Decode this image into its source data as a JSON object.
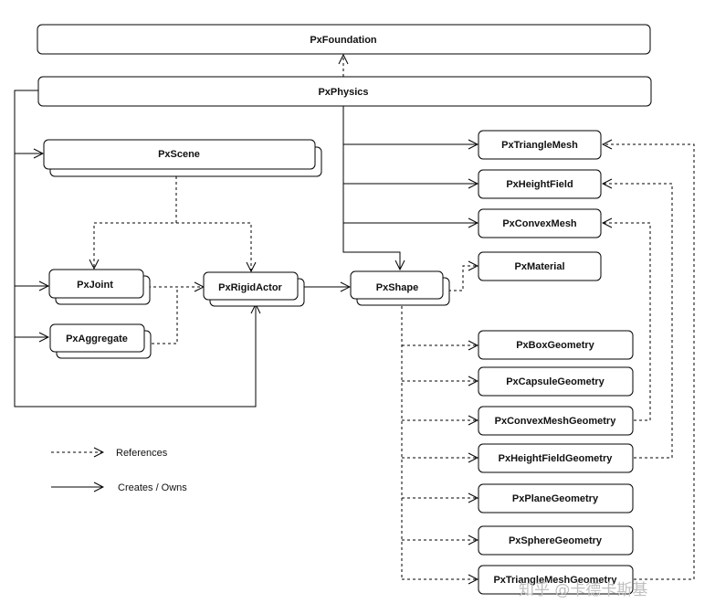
{
  "nodes": {
    "foundation": "PxFoundation",
    "physics": "PxPhysics",
    "scene": "PxScene",
    "joint": "PxJoint",
    "aggregate": "PxAggregate",
    "rigid_actor": "PxRigidActor",
    "shape": "PxShape",
    "triangle_mesh": "PxTriangleMesh",
    "height_field": "PxHeightField",
    "convex_mesh": "PxConvexMesh",
    "material": "PxMaterial",
    "box_geometry": "PxBoxGeometry",
    "capsule_geometry": "PxCapsuleGeometry",
    "convex_mesh_geometry": "PxConvexMeshGeometry",
    "height_field_geometry": "PxHeightFieldGeometry",
    "plane_geometry": "PxPlaneGeometry",
    "sphere_geometry": "PxSphereGeometry",
    "triangle_mesh_geometry": "PxTriangleMeshGeometry"
  },
  "legend": {
    "references": "References",
    "creates_owns": "Creates / Owns"
  },
  "watermark": "知乎 @卡德卡斯基",
  "colors": {
    "stroke": "#000000",
    "fill": "#ffffff",
    "watermark": "#bfbfbf"
  }
}
